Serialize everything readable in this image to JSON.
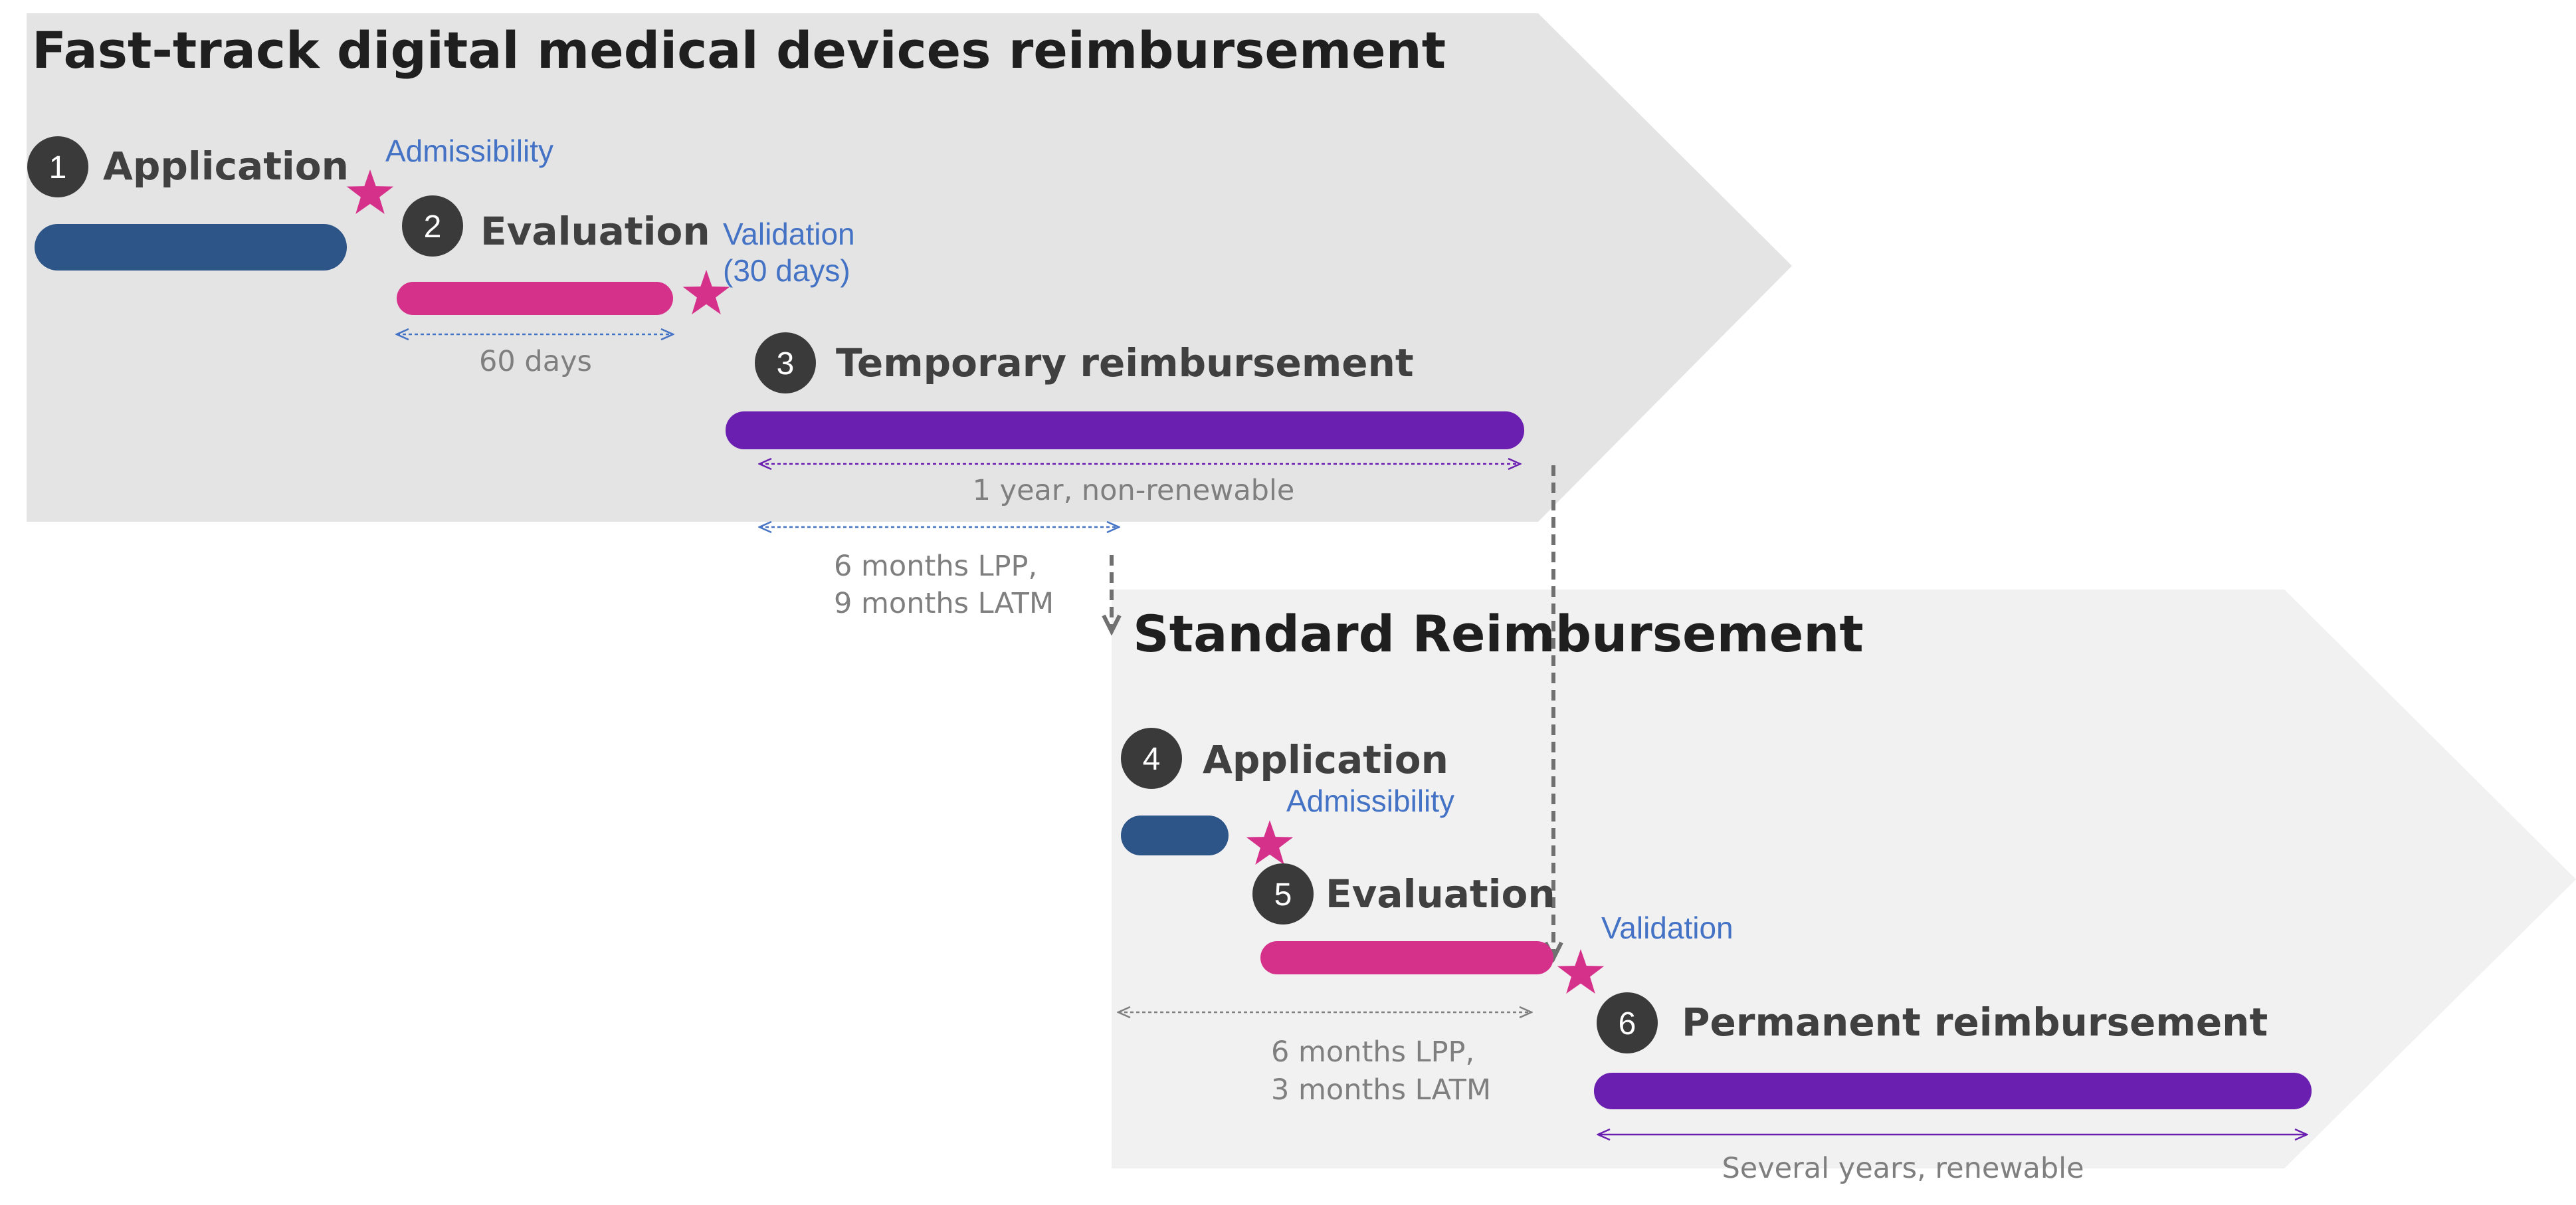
{
  "fast_track": {
    "title": "Fast-track digital medical devices reimbursement",
    "step1": {
      "number": "1",
      "label": "Application"
    },
    "admissibility": "Admissibility",
    "step2": {
      "number": "2",
      "label": "Evaluation"
    },
    "validation_line1": "Validation",
    "validation_line2": "(30 days)",
    "evaluation_duration": "60 days",
    "step3": {
      "number": "3",
      "label": "Temporary reimbursement"
    },
    "temporary_duration": "1 year, non-renewable",
    "deadline_line1": "6 months LPP,",
    "deadline_line2": "9 months LATM"
  },
  "standard": {
    "title": "Standard Reimbursement",
    "step4": {
      "number": "4",
      "label": "Application"
    },
    "admissibility": "Admissibility",
    "step5": {
      "number": "5",
      "label": "Evaluation"
    },
    "validation": "Validation",
    "step6": {
      "number": "6",
      "label": "Permanent reimbursement"
    },
    "evaluation_line1": "6 months LPP,",
    "evaluation_line2": "3 months LATM",
    "permanent_duration": "Several years, renewable"
  },
  "colors": {
    "application_bar": "#2e5587",
    "evaluation_bar": "#d5318a",
    "reimbursement_bar": "#6a1fb0",
    "milestone_star": "#d5318a",
    "blue_text": "#4472c4",
    "number_badge": "#3a3a3a"
  }
}
